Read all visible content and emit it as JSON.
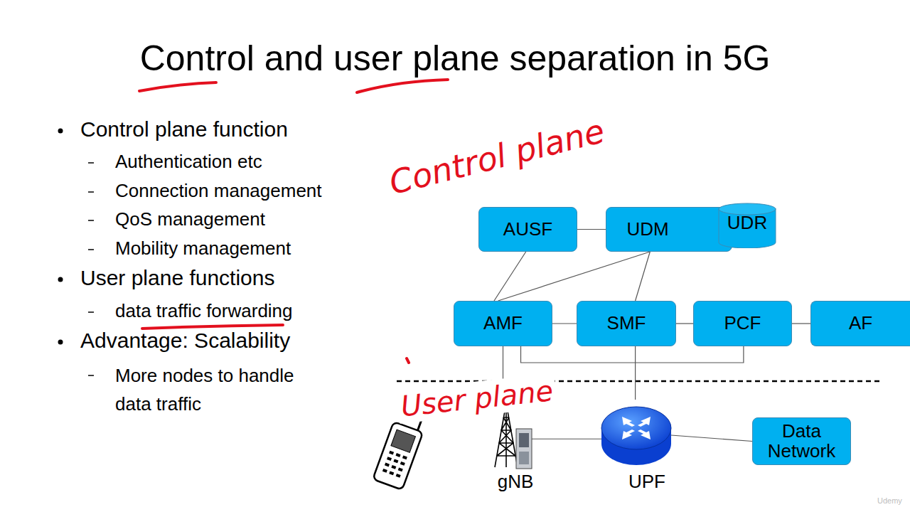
{
  "diagram": {
    "title": "Control and user plane separation in 5G",
    "nodes": [
      {
        "text": [
          "AUSF"
        ]
      },
      {
        "text": [
          "UDM"
        ]
      },
      {
        "text": [
          "UDR"
        ],
        "in": 1
      },
      {
        "text": [
          "AMF"
        ]
      },
      {
        "text": [
          "SMF"
        ]
      },
      {
        "text": [
          "PCF"
        ]
      },
      {
        "text": [
          "AF"
        ]
      },
      {
        "text": [
          "gNB"
        ]
      },
      {
        "text": [
          "UPF"
        ]
      },
      {
        "text": [
          "Data Network"
        ]
      }
    ],
    "edges": [
      {
        "from": 0,
        "to": 1,
        "arrow": "none"
      },
      {
        "from": 0,
        "to": 3,
        "arrow": "none"
      },
      {
        "from": 1,
        "to": 3,
        "arrow": "none"
      },
      {
        "from": 1,
        "to": 4,
        "arrow": "none"
      },
      {
        "from": 3,
        "to": 4,
        "arrow": "none"
      },
      {
        "from": 4,
        "to": 5,
        "arrow": "none"
      },
      {
        "from": 5,
        "to": 6,
        "arrow": "none"
      },
      {
        "from": 3,
        "to": 5,
        "arrow": "none"
      },
      {
        "from": 3,
        "to": 7,
        "arrow": "none"
      },
      {
        "from": 4,
        "to": 8,
        "arrow": "none"
      },
      {
        "from": 7,
        "to": 8,
        "arrow": "none"
      },
      {
        "from": 8,
        "to": 9,
        "arrow": "none"
      }
    ],
    "labels": [
      "Control plane function",
      "Authentication etc",
      "Connection management",
      "QoS management",
      "Mobility management",
      "User plane functions",
      "data traffic forwarding",
      "Advantage: Scalability",
      "More nodes to handle data traffic",
      "Control plane",
      "User plane",
      "Udemy"
    ]
  }
}
